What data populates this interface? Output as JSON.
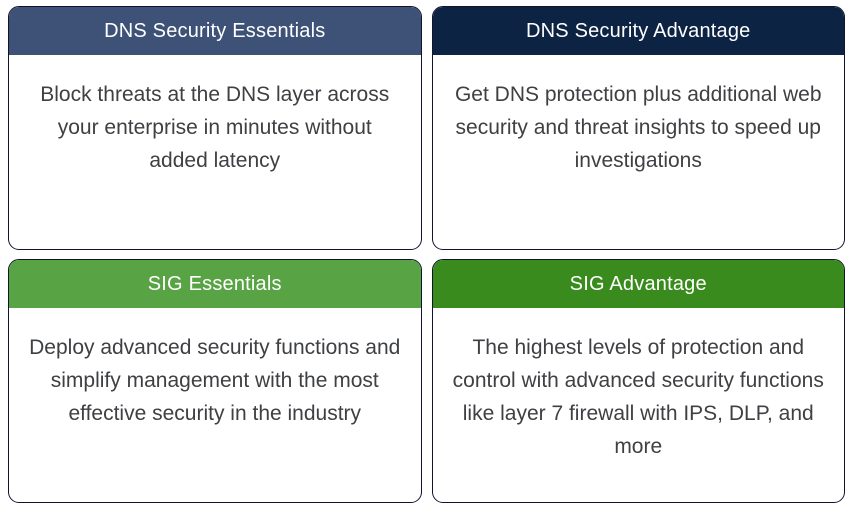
{
  "palette": {
    "border-color": "#10142F",
    "title-color": "#FFFFFF",
    "body-text": "#3E4043",
    "dns-essentials-header": "#3E5176",
    "dns-advantage-header": "#0D2343",
    "sig-essentials-header": "#58A344",
    "sig-advantage-header": "#388B1C"
  },
  "cards": [
    {
      "title": "DNS Security Essentials",
      "body": "Block threats at the DNS layer across your enterprise in minutes without added latency",
      "header_color": "#3E5176"
    },
    {
      "title": "DNS Security Advantage",
      "body": "Get DNS protection plus additional web security and threat insights to speed up investigations",
      "header_color": "#0D2343"
    },
    {
      "title": "SIG Essentials",
      "body": "Deploy advanced security functions and simplify management with the most effective security in the industry",
      "header_color": "#58A344"
    },
    {
      "title": "SIG Advantage",
      "body": "The highest levels of protection and control with advanced security functions like layer 7 firewall with IPS, DLP, and more",
      "header_color": "#388B1C"
    }
  ]
}
